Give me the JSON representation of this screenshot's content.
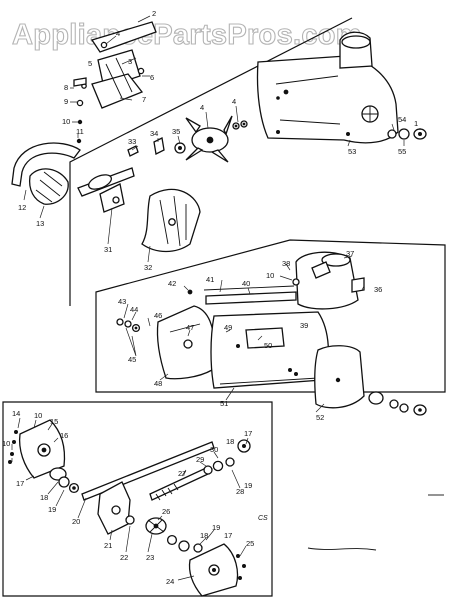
{
  "watermark": "AppliancePartsPros.com",
  "section_tag": "CS",
  "upper_callouts": [
    "2",
    "3",
    "4",
    "5",
    "6",
    "7",
    "8",
    "9",
    "10",
    "11",
    "12",
    "13",
    "31",
    "32",
    "33",
    "34",
    "35",
    "4",
    "4",
    "53",
    "54",
    "55",
    "1"
  ],
  "middle_callouts": [
    "36",
    "37",
    "38",
    "10",
    "39",
    "40",
    "41",
    "42",
    "43",
    "44",
    "45",
    "46",
    "47",
    "48",
    "49",
    "50",
    "51",
    "52"
  ],
  "lower_callouts": [
    "14",
    "10",
    "15",
    "16",
    "10",
    "17",
    "18",
    "19",
    "20",
    "21",
    "22",
    "23",
    "24",
    "25",
    "26",
    "27",
    "28",
    "29",
    "30",
    "18",
    "17",
    "19",
    "18",
    "19",
    "17"
  ]
}
